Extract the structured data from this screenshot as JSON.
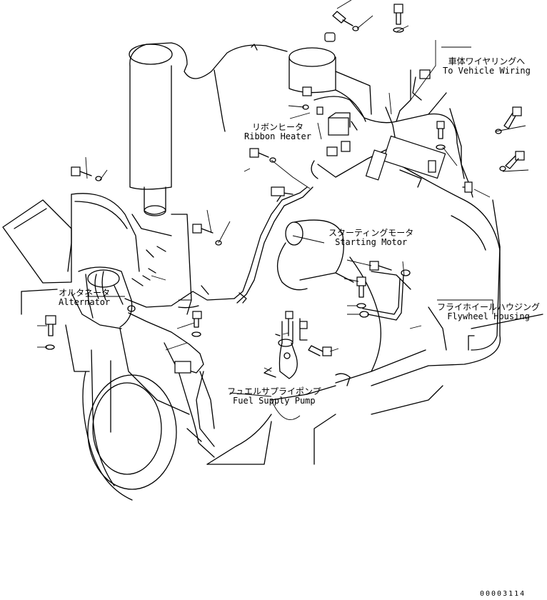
{
  "labels": {
    "vehicle_wiring_ja": "車体ワイヤリングへ",
    "vehicle_wiring_en": "To Vehicle Wiring",
    "ribbon_heater_ja": "リボンヒータ",
    "ribbon_heater_en": "Ribbon Heater",
    "starting_motor_ja": "スターティングモータ",
    "starting_motor_en": "Starting Motor",
    "alternator_ja": "オルタネータ",
    "alternator_en": "Alternator",
    "flywheel_housing_ja": "フライホイールハウジング",
    "flywheel_housing_en": "Flywheel Housing",
    "fuel_pump_ja": "フュエルサプライポンプ",
    "fuel_pump_en": "Fuel Supply Pump"
  },
  "document_number": "00003114"
}
